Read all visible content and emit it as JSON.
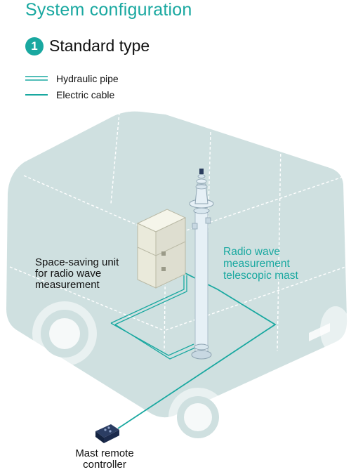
{
  "header": {
    "title": "System configuration",
    "section_number": "1",
    "section_title": "Standard type"
  },
  "legend": [
    {
      "label": "Hydraulic pipe",
      "style": "double-line"
    },
    {
      "label": "Electric cable",
      "style": "single-line"
    }
  ],
  "labels": {
    "unit": [
      "Space-saving unit",
      "for radio wave",
      "measurement"
    ],
    "mast": [
      "Radio wave",
      "measurement",
      "telescopic mast"
    ],
    "controller": [
      "Mast remote",
      "controller"
    ]
  },
  "colors": {
    "accent": "#19a8a0",
    "vehicle": "#cfe0e0",
    "vehicle_outline": "#ffffff",
    "unit_body": "#eaeadb",
    "mast": "#e6f0f6",
    "controller": "#1c2b4d"
  }
}
